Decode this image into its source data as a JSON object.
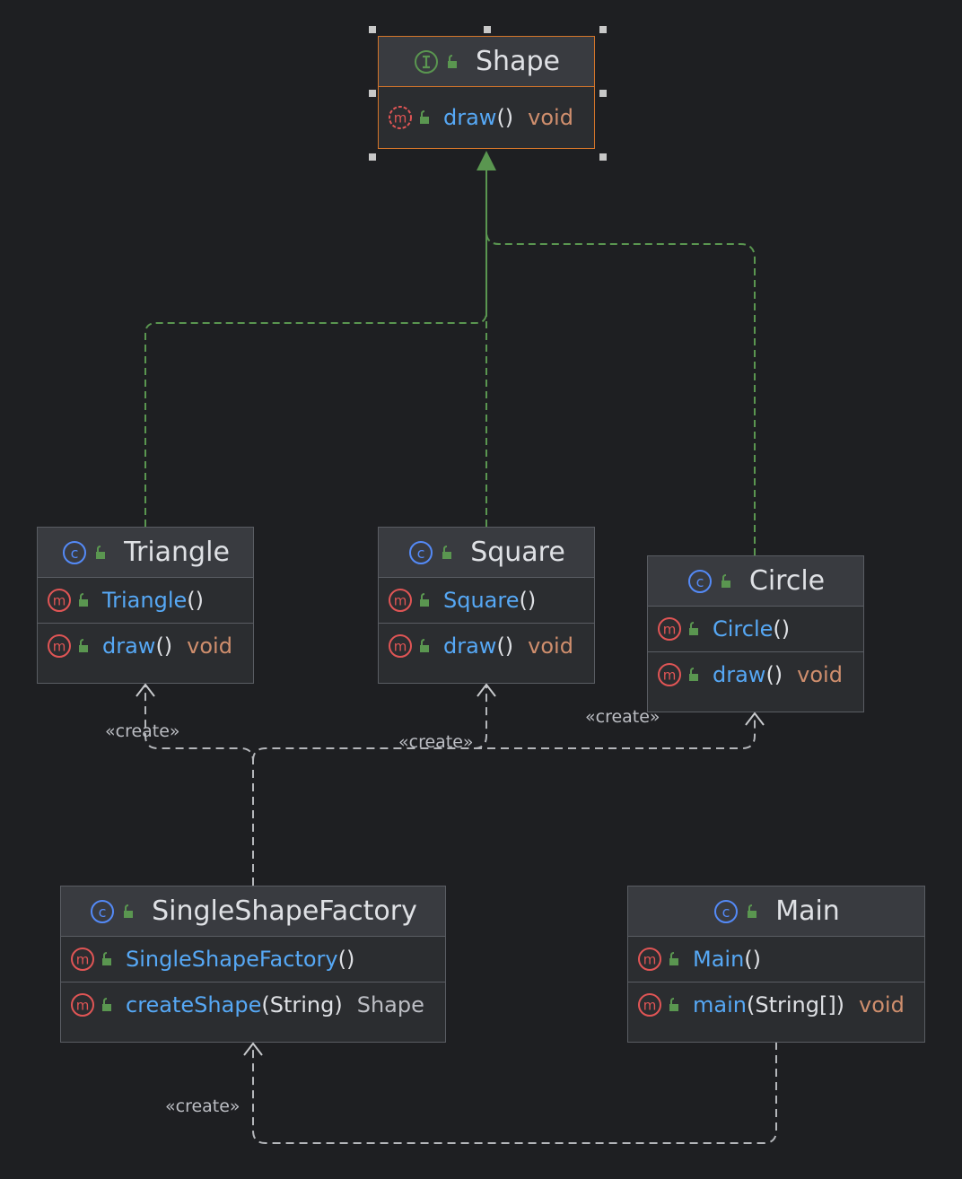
{
  "colors": {
    "background": "#1e1f22",
    "node_fill": "#2b2d30",
    "header_fill": "#393b40",
    "border": "#5a5d63",
    "selected_border": "#d4752a",
    "method_name": "#56a8f5",
    "return_type": "#cf8e6d",
    "realization_edge": "#5a9650",
    "dependency_edge": "#b4b6ba"
  },
  "nodes": {
    "shape": {
      "kind_icon": "interface-icon",
      "title": "Shape",
      "selected": true,
      "members": [
        {
          "name": "draw",
          "params": "()",
          "returns": "void",
          "icon": "abstract-method-icon"
        }
      ]
    },
    "triangle": {
      "kind_icon": "class-icon",
      "title": "Triangle",
      "members": [
        {
          "name": "Triangle",
          "params": "()",
          "returns": ""
        },
        {
          "name": "draw",
          "params": "()",
          "returns": "void"
        }
      ]
    },
    "square": {
      "kind_icon": "class-icon",
      "title": "Square",
      "members": [
        {
          "name": "Square",
          "params": "()",
          "returns": ""
        },
        {
          "name": "draw",
          "params": "()",
          "returns": "void"
        }
      ]
    },
    "circle": {
      "kind_icon": "class-icon",
      "title": "Circle",
      "members": [
        {
          "name": "Circle",
          "params": "()",
          "returns": ""
        },
        {
          "name": "draw",
          "params": "()",
          "returns": "void"
        }
      ]
    },
    "factory": {
      "kind_icon": "class-icon",
      "title": "SingleShapeFactory",
      "members": [
        {
          "name": "SingleShapeFactory",
          "params": "()",
          "returns": ""
        },
        {
          "name": "createShape",
          "params": "(String)",
          "returns": "Shape"
        }
      ]
    },
    "main": {
      "kind_icon": "class-icon",
      "title": "Main",
      "members": [
        {
          "name": "Main",
          "params": "()",
          "returns": ""
        },
        {
          "name": "main",
          "params": "(String[])",
          "returns": "void"
        }
      ]
    }
  },
  "edges": [
    {
      "type": "realization",
      "from": "Triangle",
      "to": "Shape"
    },
    {
      "type": "realization",
      "from": "Square",
      "to": "Shape"
    },
    {
      "type": "realization",
      "from": "Circle",
      "to": "Shape"
    },
    {
      "type": "dependency",
      "from": "SingleShapeFactory",
      "to": "Triangle",
      "label": "«create»"
    },
    {
      "type": "dependency",
      "from": "SingleShapeFactory",
      "to": "Square",
      "label": "«create»"
    },
    {
      "type": "dependency",
      "from": "SingleShapeFactory",
      "to": "Circle",
      "label": "«create»"
    },
    {
      "type": "dependency",
      "from": "Main",
      "to": "SingleShapeFactory",
      "label": "«create»"
    }
  ]
}
